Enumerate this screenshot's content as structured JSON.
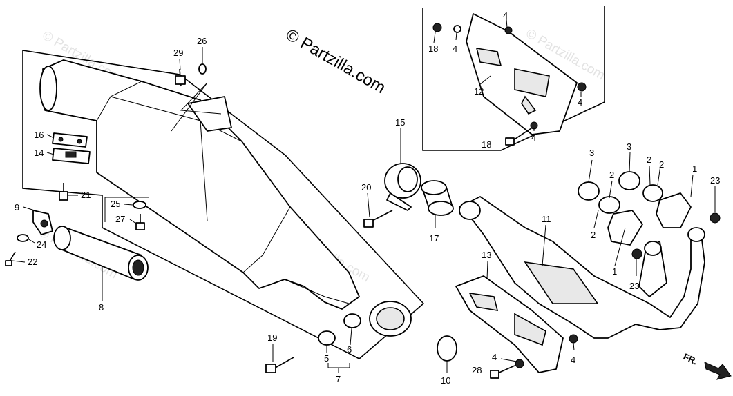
{
  "diagram": {
    "copyright": "© Partzilla.com",
    "watermark": "© Partzilla.com",
    "direction_label": "FR.",
    "callouts": {
      "c1a": "1",
      "c1b": "1",
      "c2a": "2",
      "c2b": "2",
      "c2c": "2",
      "c2d": "2",
      "c3a": "3",
      "c3b": "3",
      "c4a": "4",
      "c4b": "4",
      "c4c": "4",
      "c4d": "4",
      "c4e": "4",
      "c4f": "4",
      "c5": "5",
      "c6": "6",
      "c7": "7",
      "c8": "8",
      "c9": "9",
      "c10": "10",
      "c11": "11",
      "c12": "12",
      "c13": "13",
      "c14": "14",
      "c15": "15",
      "c16": "16",
      "c17": "17",
      "c18a": "18",
      "c18b": "18",
      "c19": "19",
      "c20": "20",
      "c21": "21",
      "c22": "22",
      "c23a": "23",
      "c23b": "23",
      "c24": "24",
      "c25": "25",
      "c26": "26",
      "c27": "27",
      "c28": "28",
      "c29": "29"
    }
  }
}
